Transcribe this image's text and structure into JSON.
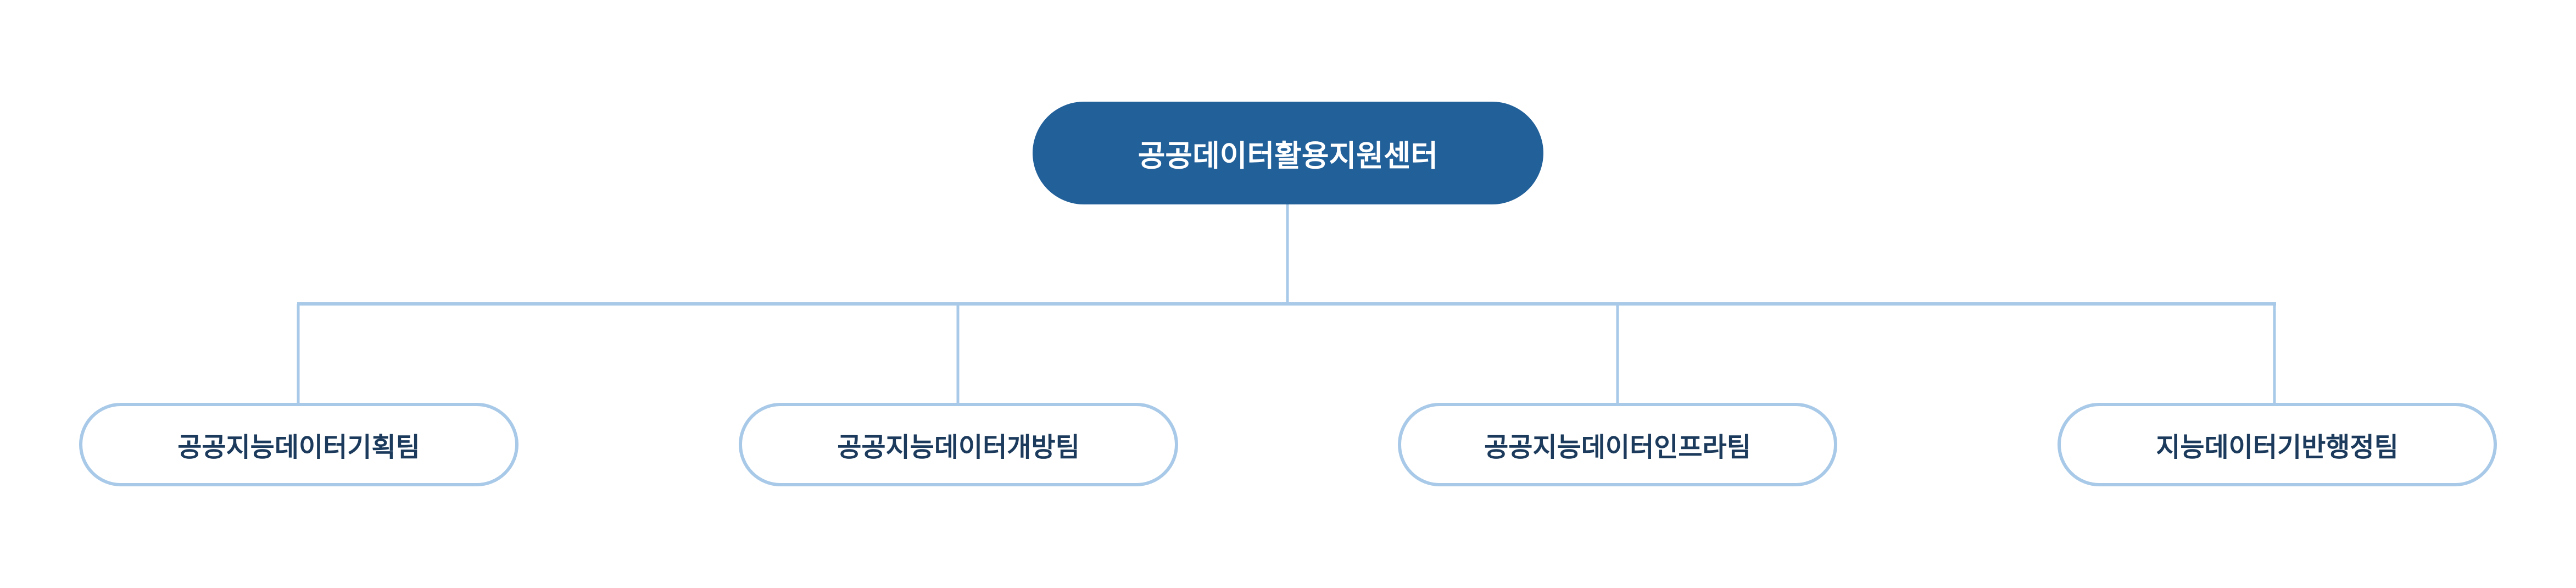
{
  "org_chart": {
    "root": {
      "label": "공공데이터활용지원센터"
    },
    "children": [
      {
        "label": "공공지능데이터기획팀"
      },
      {
        "label": "공공지능데이터개방팀"
      },
      {
        "label": "공공지능데이터인프라팀"
      },
      {
        "label": "지능데이터기반행정팀"
      }
    ]
  },
  "colors": {
    "root_fill": "#22609a",
    "connector": "#a8c9e8",
    "child_text": "#1b3a5c"
  }
}
